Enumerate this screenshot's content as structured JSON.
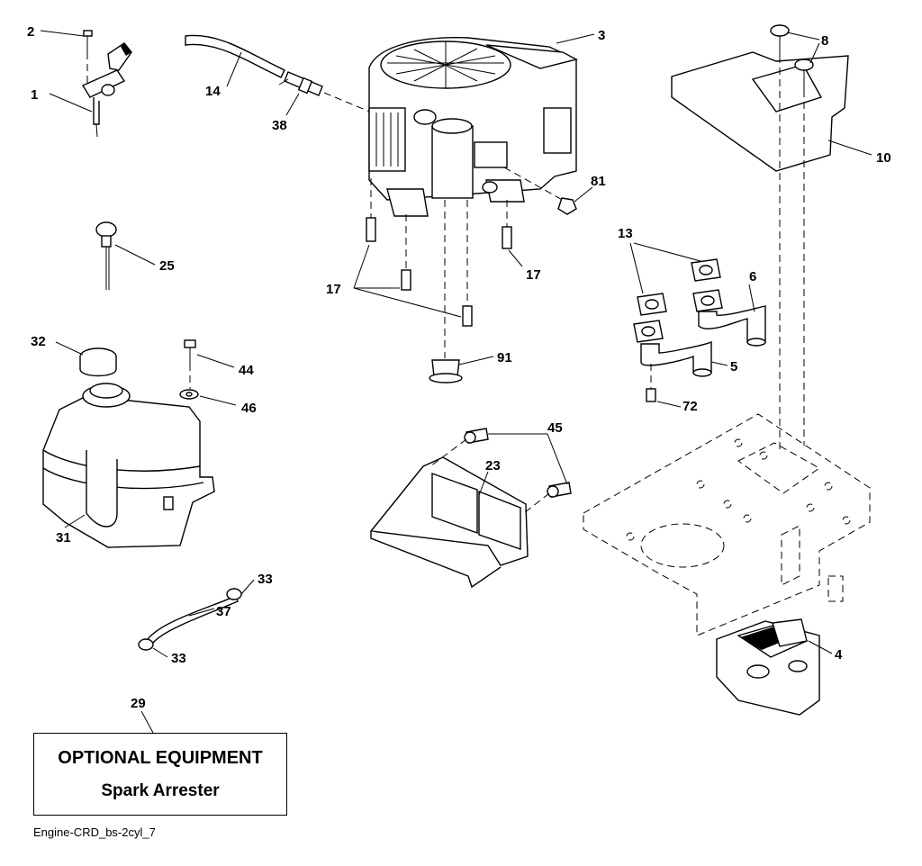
{
  "callouts": [
    {
      "id": "c1",
      "label": "1"
    },
    {
      "id": "c2",
      "label": "2"
    },
    {
      "id": "c3",
      "label": "3"
    },
    {
      "id": "c4",
      "label": "4"
    },
    {
      "id": "c5",
      "label": "5"
    },
    {
      "id": "c6",
      "label": "6"
    },
    {
      "id": "c8",
      "label": "8"
    },
    {
      "id": "c10",
      "label": "10"
    },
    {
      "id": "c13",
      "label": "13"
    },
    {
      "id": "c14",
      "label": "14"
    },
    {
      "id": "c17a",
      "label": "17"
    },
    {
      "id": "c17b",
      "label": "17"
    },
    {
      "id": "c23",
      "label": "23"
    },
    {
      "id": "c25",
      "label": "25"
    },
    {
      "id": "c29",
      "label": "29"
    },
    {
      "id": "c31",
      "label": "31"
    },
    {
      "id": "c32",
      "label": "32"
    },
    {
      "id": "c33a",
      "label": "33"
    },
    {
      "id": "c33b",
      "label": "33"
    },
    {
      "id": "c37",
      "label": "37"
    },
    {
      "id": "c38",
      "label": "38"
    },
    {
      "id": "c44",
      "label": "44"
    },
    {
      "id": "c45",
      "label": "45"
    },
    {
      "id": "c46",
      "label": "46"
    },
    {
      "id": "c72",
      "label": "72"
    },
    {
      "id": "c81",
      "label": "81"
    },
    {
      "id": "c91",
      "label": "91"
    }
  ],
  "optional_box": {
    "line1": "OPTIONAL EQUIPMENT",
    "line2": "Spark Arrester"
  },
  "caption": "Engine-CRD_bs-2cyl_7"
}
